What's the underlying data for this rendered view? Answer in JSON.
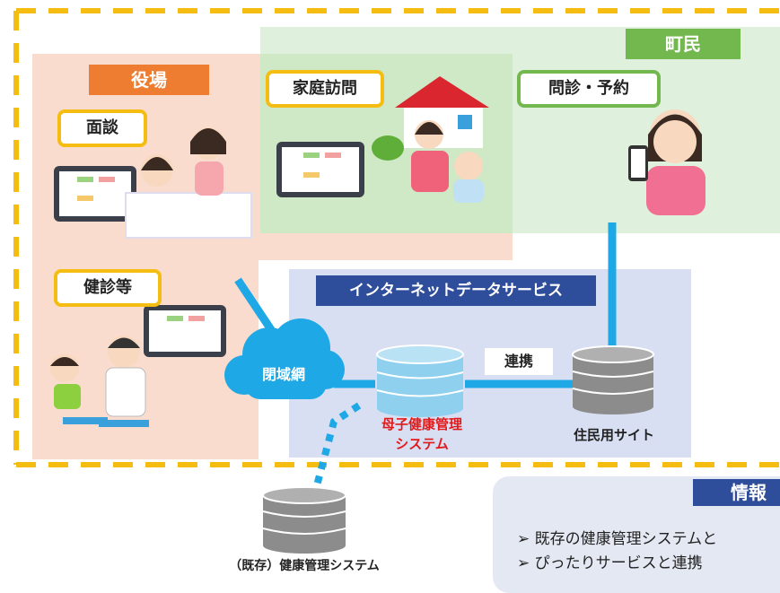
{
  "office": {
    "title": "役場",
    "color": "#ee7d32"
  },
  "resident": {
    "title": "町民",
    "color": "#72b84e"
  },
  "interview": {
    "label": "面談"
  },
  "home_visit": {
    "label": "家庭訪問"
  },
  "consultation": {
    "label": "問診・予約"
  },
  "checkup": {
    "label": "健診等"
  },
  "internet_service": {
    "label": "インターネットデータサービス",
    "color": "#2e4d9a"
  },
  "closed_network": {
    "label": "閉域網"
  },
  "link": {
    "label": "連携"
  },
  "mch_system": {
    "label_line1": "母子健康管理",
    "label_line2": "システム"
  },
  "resident_site": {
    "label": "住民用サイト"
  },
  "legacy_system": {
    "label": "（既存）健康管理システム"
  },
  "info": {
    "title": "情報",
    "bullets": [
      "既存の健康管理システムと",
      "ぴったりサービスと連携"
    ]
  },
  "colors": {
    "dashed_border": "#f5bd12",
    "line": "#1fa8e6",
    "db_grey": "#8c8c8c"
  }
}
